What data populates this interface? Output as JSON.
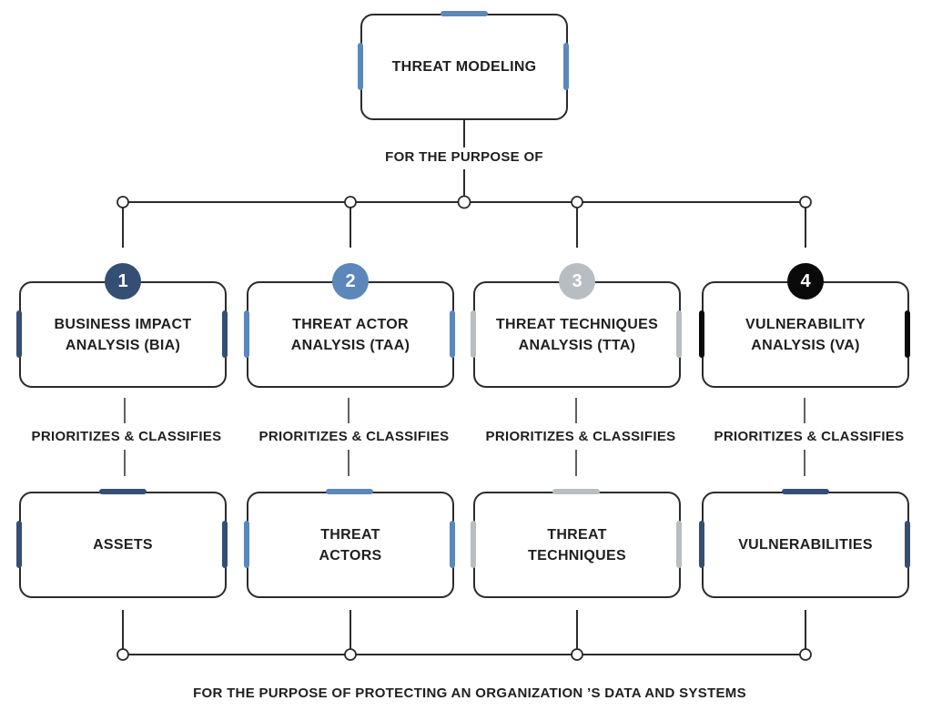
{
  "colors": {
    "navy": "#344e74",
    "blue": "#5b87ba",
    "gray": "#b8bdc2",
    "black": "#0a0a0a",
    "line": "#2b2b2b"
  },
  "top": {
    "title": "THREAT MODELING",
    "purpose": "FOR THE PURPOSE OF"
  },
  "columns": [
    {
      "number": "1",
      "analysis": "BUSINESS IMPACT\nANALYSIS (BIA)",
      "relation": "PRIORITIZES & CLASSIFIES",
      "target": "ASSETS",
      "color": "navy"
    },
    {
      "number": "2",
      "analysis": "THREAT ACTOR\nANALYSIS (TAA)",
      "relation": "PRIORITIZES & CLASSIFIES",
      "target": "THREAT\nACTORS",
      "color": "blue"
    },
    {
      "number": "3",
      "analysis": "THREAT TECHNIQUES\nANALYSIS (TTA)",
      "relation": "PRIORITIZES & CLASSIFIES",
      "target": "THREAT\nTECHNIQUES",
      "color": "gray"
    },
    {
      "number": "4",
      "analysis": "VULNERABILITY\nANALYSIS (VA)",
      "relation": "PRIORITIZES & CLASSIFIES",
      "target": "VULNERABILITIES",
      "color": "black"
    }
  ],
  "bottom": {
    "footer": "FOR THE PURPOSE OF PROTECTING AN ORGANIZATION ’S DATA AND SYSTEMS"
  }
}
